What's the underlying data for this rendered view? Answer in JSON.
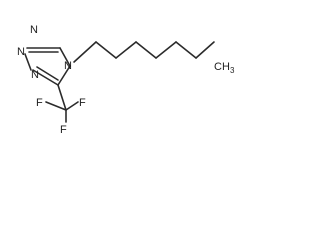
{
  "molecule": {
    "atoms": {
      "n1": "N",
      "n2": "N",
      "n3": "N",
      "n4": "N",
      "f1": "F",
      "f2": "F",
      "f3": "F",
      "ch3_main": "CH",
      "ch3_sub": "3"
    }
  },
  "colors": {
    "bond": "#2b2b2b",
    "text": "#1f1f1f",
    "background": "#ffffff"
  }
}
